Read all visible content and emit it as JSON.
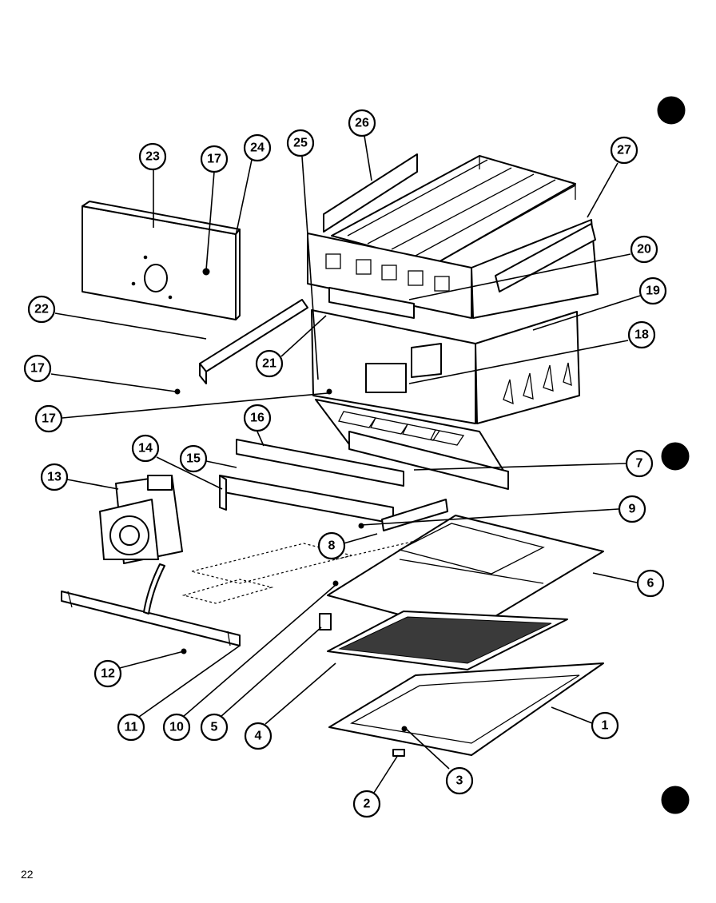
{
  "page": {
    "number": "22"
  },
  "part_labels": [
    "1",
    "2",
    "3",
    "4",
    "5",
    "6",
    "7",
    "8",
    "9",
    "10",
    "11",
    "12",
    "13",
    "14",
    "15",
    "16",
    "17",
    "17",
    "17",
    "18",
    "19",
    "20",
    "21",
    "22",
    "23",
    "24",
    "25",
    "26",
    "27"
  ],
  "colors": {
    "ink": "#000000",
    "paper": "#ffffff"
  }
}
